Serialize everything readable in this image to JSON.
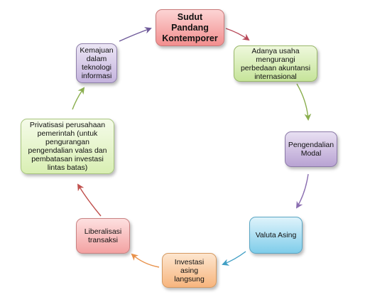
{
  "nodes": [
    {
      "id": "sudut-pandang",
      "label": "Sudut Pandang Kontemporer",
      "color_top": "#fcd4d4",
      "color_bottom": "#f28e8e",
      "border": "#c87a7a"
    },
    {
      "id": "usaha",
      "label": "Adanya usaha mengurangi perbedaan akuntansi internasional",
      "color_top": "#eef8dc",
      "color_bottom": "#c6e49a",
      "border": "#9ab86a"
    },
    {
      "id": "pengendalian-modal",
      "label": "Pengendalian Modal",
      "color_top": "#e8e0f2",
      "color_bottom": "#b9a3d3",
      "border": "#8c7aa8"
    },
    {
      "id": "valuta-asing",
      "label": "Valuta Asing",
      "color_top": "#dff3fb",
      "color_bottom": "#7fcdea",
      "border": "#5aa6c4"
    },
    {
      "id": "investasi",
      "label": "Investasi asing langsung",
      "color_top": "#fde6cf",
      "color_bottom": "#f7b57e",
      "border": "#d59a62"
    },
    {
      "id": "liberalisasi",
      "label": "Liberalisasi transaksi",
      "color_top": "#fde0e0",
      "color_bottom": "#f3a2a2",
      "border": "#c98282"
    },
    {
      "id": "privatisasi",
      "label": "Privatisasi perusahaan pemerintah (untuk pengurangan pengendalian valas dan pembatasan investasi lintas batas)",
      "color_top": "#f5fbe9",
      "color_bottom": "#d9efb3",
      "border": "#a8c57e"
    },
    {
      "id": "kemajuan",
      "label": "Kemajuan dalam teknologi informasi",
      "color_top": "#ece6f5",
      "color_bottom": "#c4b3dd",
      "border": "#8f80aa"
    }
  ],
  "arrows": [
    {
      "from": "sudut-pandang",
      "to": "usaha",
      "color": "#b84a5a"
    },
    {
      "from": "usaha",
      "to": "pengendalian-modal",
      "color": "#8aae4e"
    },
    {
      "from": "pengendalian-modal",
      "to": "valuta-asing",
      "color": "#8a6db0"
    },
    {
      "from": "valuta-asing",
      "to": "investasi",
      "color": "#3f9ec4"
    },
    {
      "from": "investasi",
      "to": "liberalisasi",
      "color": "#e8914a"
    },
    {
      "from": "liberalisasi",
      "to": "privatisasi",
      "color": "#c0504d"
    },
    {
      "from": "privatisasi",
      "to": "kemajuan",
      "color": "#8aae4e"
    },
    {
      "from": "kemajuan",
      "to": "sudut-pandang",
      "color": "#6f5a9a"
    }
  ]
}
